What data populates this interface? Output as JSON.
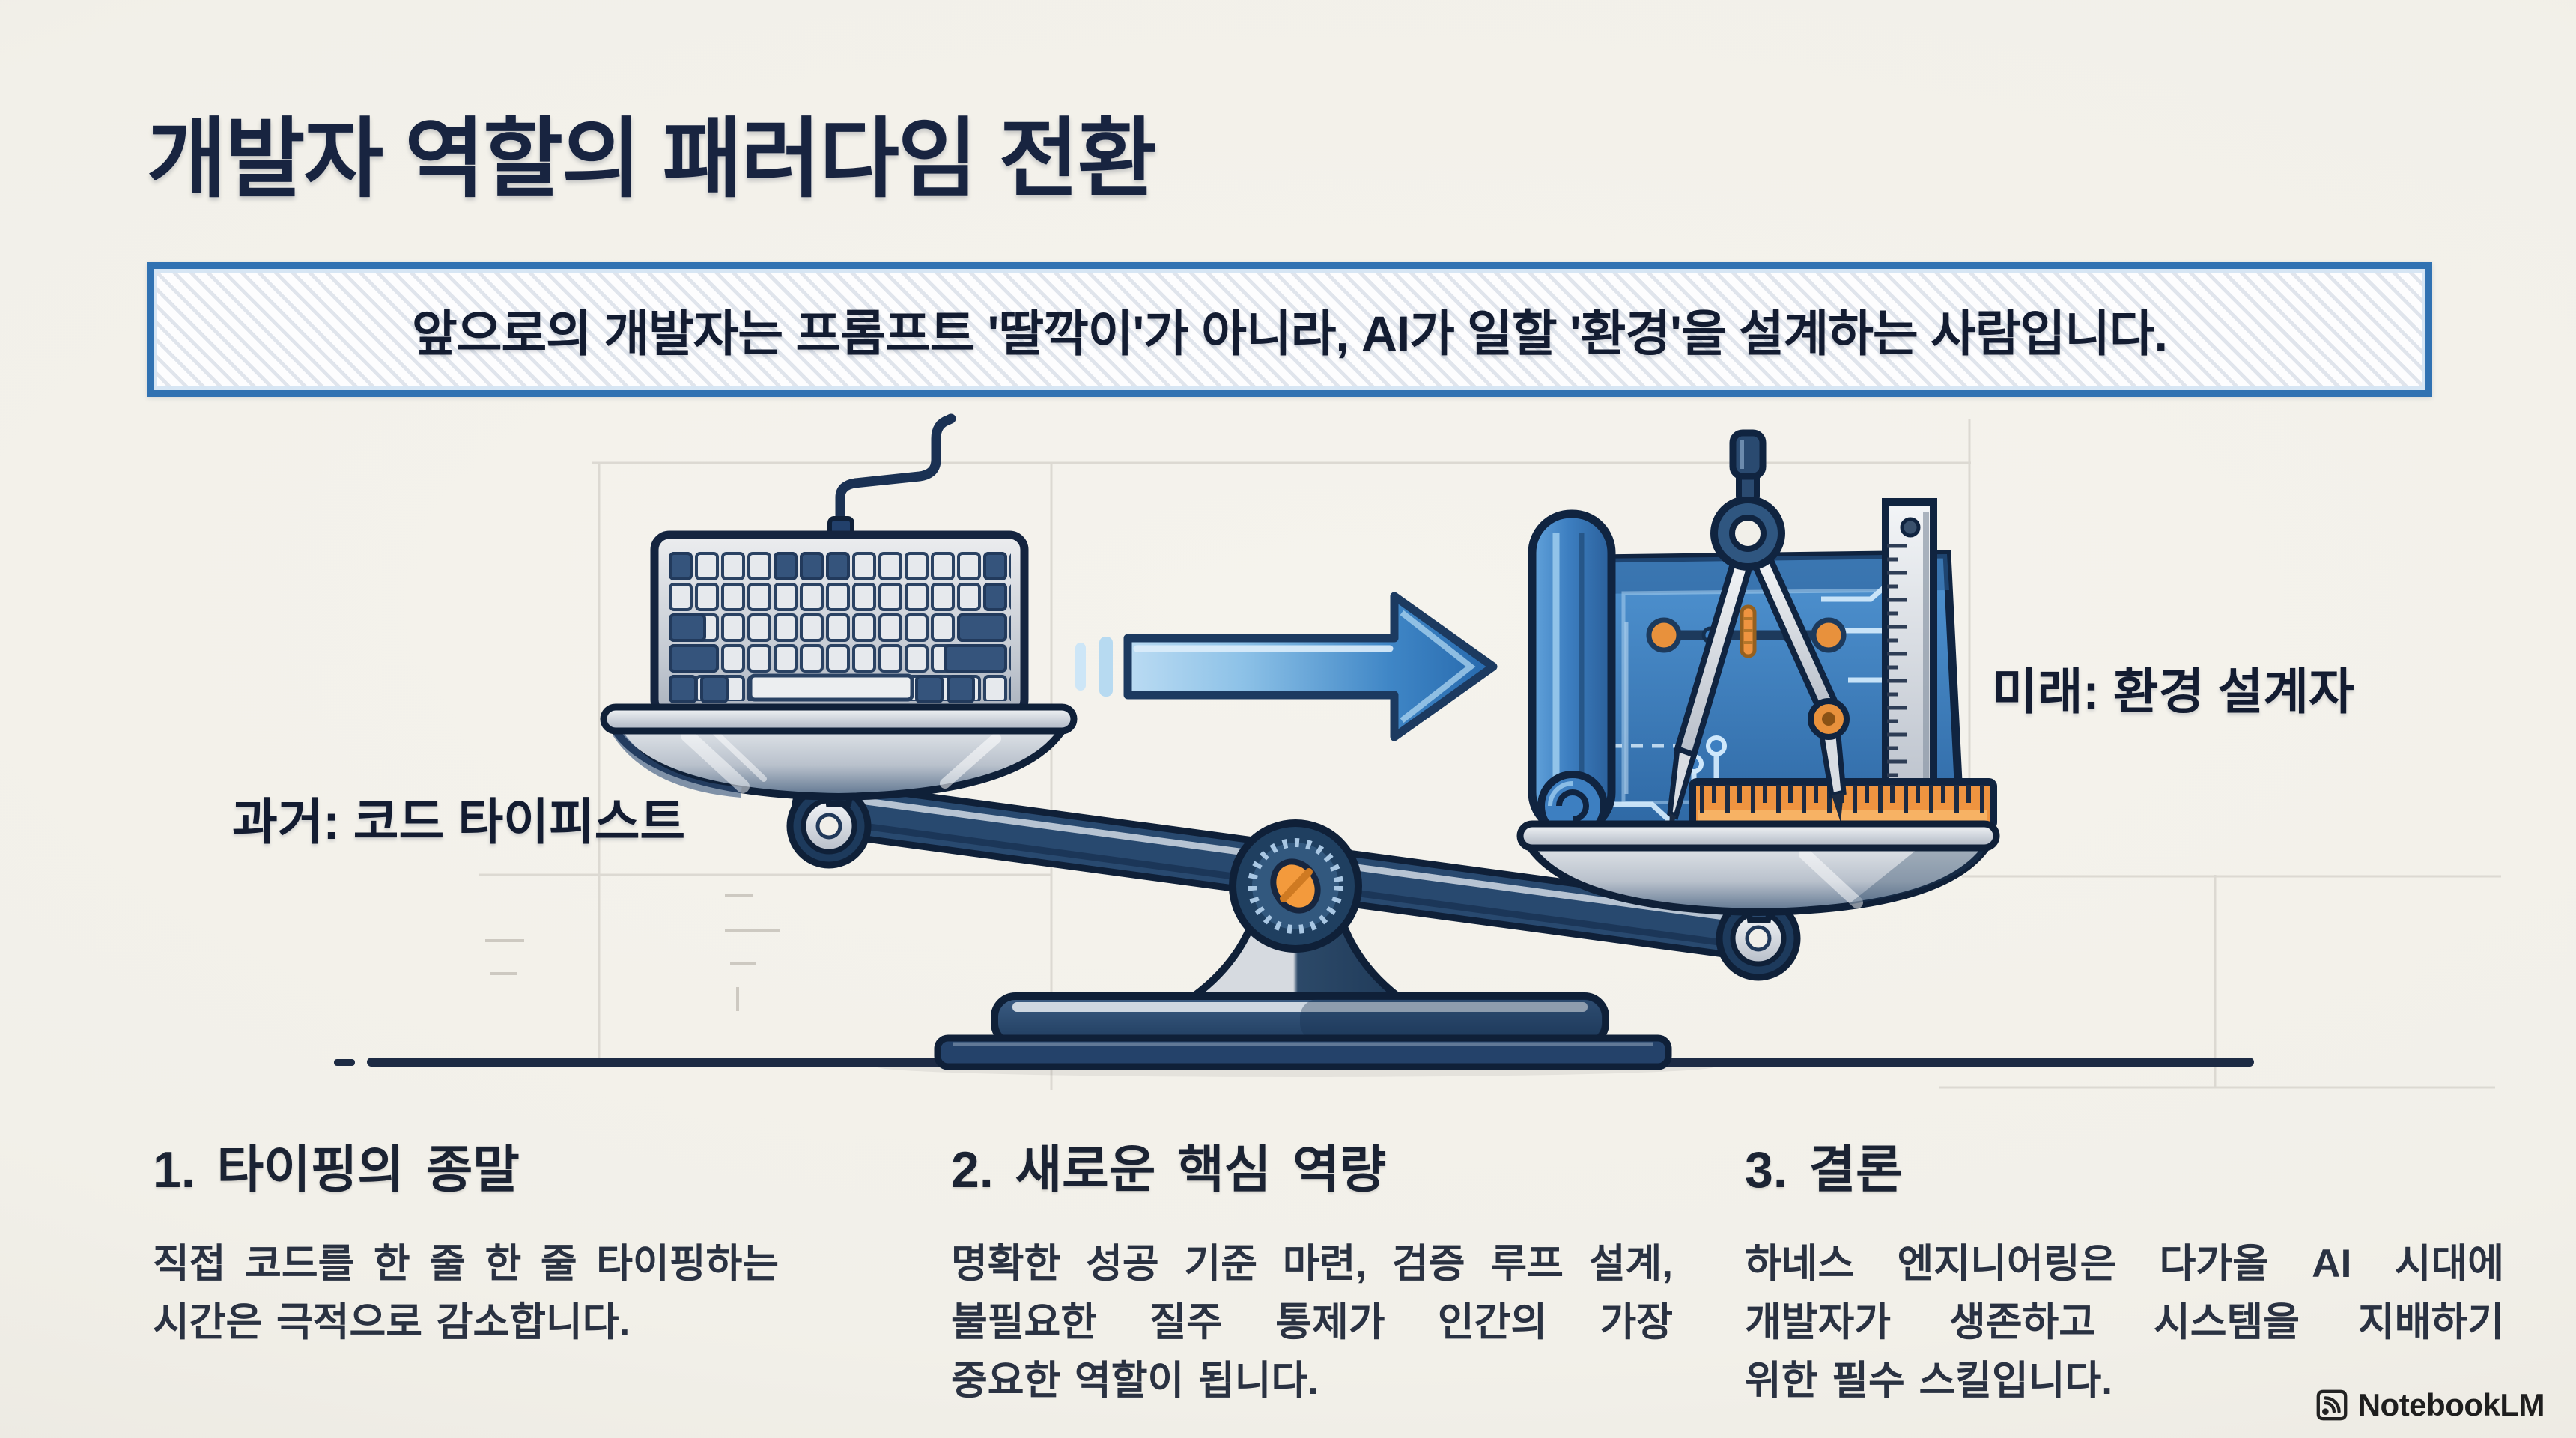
{
  "page": {
    "title": "개발자 역할의 패러다임 전환"
  },
  "banner": {
    "text": "앞으로의 개발자는 프롬프트 '딸깍이'가 아니라, AI가 일할 '환경'을 설계하는 사람입니다."
  },
  "scale_labels": {
    "past": "과거: 코드 타이피스트",
    "future": "미래: 환경 설계자"
  },
  "sections": [
    {
      "heading": "1. 타이핑의 종말",
      "lines": [
        "직접 코드를 한 줄 한 줄 타이핑하는",
        "시간은 극적으로 감소합니다."
      ]
    },
    {
      "heading": "2. 새로운 핵심 역량",
      "lines": [
        "명확한 성공 기준 마련, 검증 루프 설계,",
        "불필요한 질주 통제가 인간의 가장",
        "중요한 역할이 됩니다."
      ]
    },
    {
      "heading": "3. 결론",
      "lines": [
        "하네스 엔지니어링은 다가올 AI 시대에",
        "개발자가 생존하고 시스템을 지배하기",
        "위한 필수 스킬입니다."
      ]
    }
  ],
  "watermark": {
    "label": "NotebookLM",
    "icon": "notebooklm-logo-icon"
  },
  "illustration": {
    "center_object": "balance-scale-icon",
    "left_object": "keyboard-icon",
    "right_object": "blueprint-compass-ruler-icon",
    "arrow": "right-arrow-icon"
  },
  "colors": {
    "background": "#f2f0ea",
    "title_text": "#182440",
    "banner_border": "#3172b2",
    "navy": "#22456e",
    "steel": "#c9d0da",
    "blueprint_blue": "#3d7fc1",
    "accent_orange": "#ee9440",
    "arrow_blue": "#2e77bd"
  }
}
